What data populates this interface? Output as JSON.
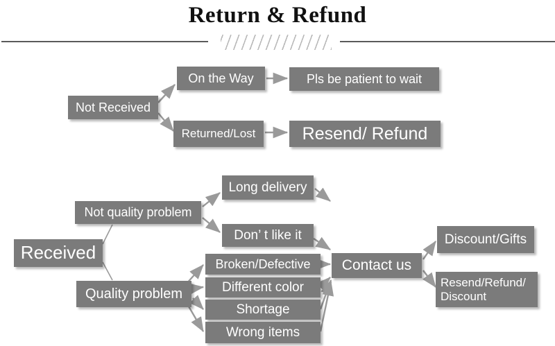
{
  "header": {
    "title": "Return & Refund",
    "divider_icon": "diagonal-hatch-divider"
  },
  "theme": {
    "box_fill": "#7b7b7b",
    "box_text": "#ffffff",
    "arrow": "#9a9a9a",
    "rule": "#5a5a5a",
    "hatch": "#b9b9b9",
    "background": "#ffffff"
  },
  "flow": {
    "not_received": {
      "root": "Not Received",
      "branches": [
        {
          "status": "On the Way",
          "outcome": "Pls be patient to wait"
        },
        {
          "status": "Returned/Lost",
          "outcome": "Resend/ Refund"
        }
      ]
    },
    "received": {
      "root": "Received",
      "not_quality_problem": {
        "label": "Not quality problem",
        "reasons": [
          "Long delivery",
          "Don’  t like it"
        ]
      },
      "quality_problem": {
        "label": "Quality problem",
        "reasons": [
          "Broken/Defective",
          "Different color",
          "Shortage",
          "Wrong items"
        ]
      },
      "contact": "Contact us",
      "outcomes": [
        "Discount/Gifts",
        "Resend/Refund/\nDiscount"
      ]
    }
  }
}
